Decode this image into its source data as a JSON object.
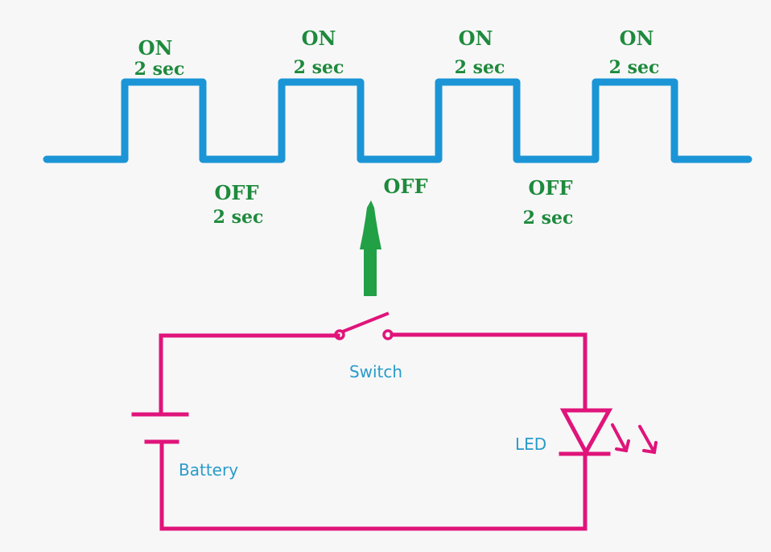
{
  "colors": {
    "waveform": "#1b95d6",
    "timing_label": "#1e8a3c",
    "arrow": "#22a046",
    "circuit": "#e0147a",
    "component_label": "#2a9bc9",
    "background": "#f7f7f8"
  },
  "waveform": {
    "pulses": [
      {
        "on_label": "ON",
        "on_duration": "2 sec"
      },
      {
        "on_label": "ON",
        "on_duration": "2 sec"
      },
      {
        "on_label": "ON",
        "on_duration": "2 sec"
      },
      {
        "on_label": "ON",
        "on_duration": "2 sec"
      }
    ],
    "gaps": [
      {
        "off_label": "OFF",
        "off_duration": "2 sec"
      },
      {
        "off_label": "OFF",
        "off_duration": ""
      },
      {
        "off_label": "OFF",
        "off_duration": "2 sec"
      }
    ]
  },
  "circuit": {
    "switch_label": "Switch",
    "battery_label": "Battery",
    "led_label": "LED"
  }
}
